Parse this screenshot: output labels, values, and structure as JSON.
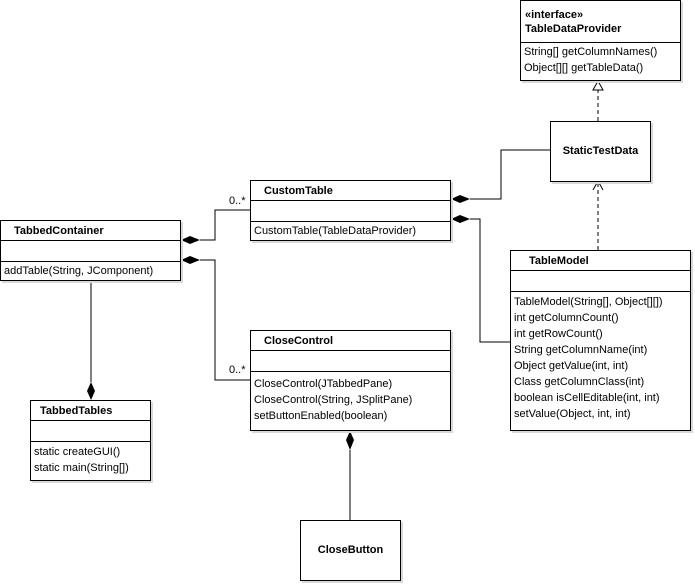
{
  "classes": {
    "table_data_provider": {
      "stereotype": "«interface»",
      "name": "TableDataProvider",
      "operations": [
        "String[] getColumnNames()",
        "Object[][] getTableData()"
      ]
    },
    "static_test_data": {
      "name": "StaticTestData"
    },
    "custom_table": {
      "name": "CustomTable",
      "operations": [
        "CustomTable(TableDataProvider)"
      ]
    },
    "tabbed_container": {
      "name": "TabbedContainer",
      "operations": [
        "addTable(String, JComponent)"
      ]
    },
    "table_model": {
      "name": "TableModel",
      "operations": [
        "TableModel(String[], Object[][])",
        "int getColumnCount()",
        "int getRowCount()",
        "String getColumnName(int)",
        "Object getValue(int, int)",
        "Class getColumnClass(int)",
        "boolean isCellEditable(int, int)",
        "setValue(Object, int, int)"
      ]
    },
    "close_control": {
      "name": "CloseControl",
      "operations": [
        "CloseControl(JTabbedPane)",
        "CloseControl(String, JSplitPane)",
        "setButtonEnabled(boolean)"
      ]
    },
    "tabbed_tables": {
      "name": "TabbedTables",
      "operations": [
        "static createGUI()",
        "static main(String[])"
      ]
    },
    "close_button": {
      "name": "CloseButton"
    }
  },
  "multiplicities": {
    "custom_table": "0..*",
    "close_control": "0..*"
  }
}
